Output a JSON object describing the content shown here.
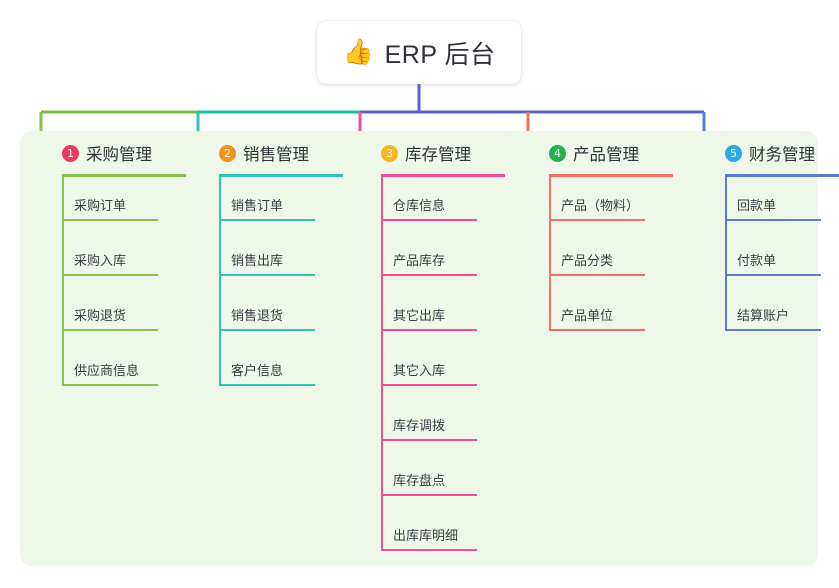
{
  "root": {
    "emoji": "👍",
    "emoji_name": "thumbs-up-icon",
    "title": "ERP 后台"
  },
  "panel": {
    "background_color": "#eef7e9"
  },
  "connector": {
    "stem_color": "#5a63c8",
    "bus_segments": [
      "#77bb41",
      "#18bfa0",
      "#5a63c8",
      "#5a63c8"
    ]
  },
  "branches": [
    {
      "number": "1",
      "title": "采购管理",
      "badge_color": "#ec3a5c",
      "line_color": "#88c24b",
      "items": [
        "采购订单",
        "采购入库",
        "采购退货",
        "供应商信息"
      ]
    },
    {
      "number": "2",
      "title": "销售管理",
      "badge_color": "#f5921e",
      "line_color": "#2ec4b6",
      "items": [
        "销售订单",
        "销售出库",
        "销售退货",
        "客户信息"
      ]
    },
    {
      "number": "3",
      "title": "库存管理",
      "badge_color": "#f5b61e",
      "line_color": "#ef4e9b",
      "items": [
        "仓库信息",
        "产品库存",
        "其它出库",
        "其它入库",
        "库存调拨",
        "库存盘点",
        "出库库明细"
      ]
    },
    {
      "number": "4",
      "title": "产品管理",
      "badge_color": "#22b14c",
      "line_color": "#f4715f",
      "items": [
        "产品（物料）",
        "产品分类",
        "产品单位"
      ]
    },
    {
      "number": "5",
      "title": "财务管理",
      "badge_color": "#29abe2",
      "line_color": "#5b7bd5",
      "items": [
        "回款单",
        "付款单",
        "结算账户"
      ]
    }
  ]
}
